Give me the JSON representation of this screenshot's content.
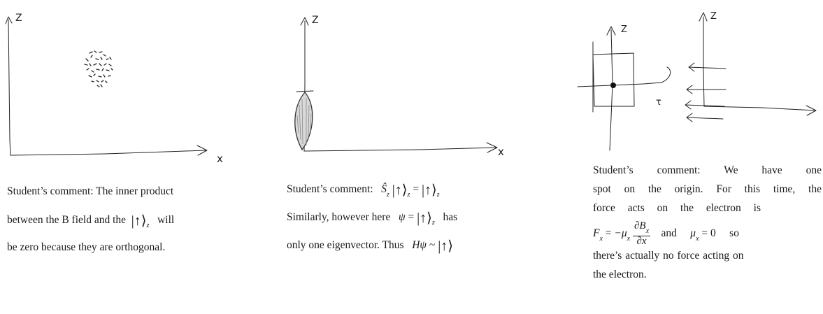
{
  "panel1": {
    "axis_z": "Z",
    "axis_x": "x",
    "caption_lines": [
      "Student’s comment: The inner product",
      "between the B field and the",
      "will",
      "be zero because they are orthogonal."
    ],
    "ket": "|↑⟩",
    "ket_sub": "z"
  },
  "panel2": {
    "axis_z": "Z",
    "axis_x": "x",
    "caption_lines": [
      "Student’s comment:",
      "Similarly, however here",
      "has",
      "only one eigenvector. Thus"
    ],
    "eq1_lhs": "Ŝ",
    "eq1_sub": "z",
    "ket": "|↑⟩",
    "ket_sub": "z",
    "eq_sign": "=",
    "psi": "ψ",
    "h_psi": "Hψ",
    "tilde": "~",
    "ket_plain": "|↑⟩"
  },
  "panel3": {
    "axis_z_left": "Z",
    "axis_z_right": "Z",
    "caption_lines": [
      "Student’s comment: We have one",
      "spot on the origin. For this time, the",
      "force acts on the electron is",
      "there’s actually no force acting on",
      "the electron."
    ],
    "force_lhs": "F",
    "force_sub": "x",
    "minus_mu": "−μ",
    "mu_sub": "x",
    "frac_num": "∂B",
    "frac_num_sub": "x",
    "frac_den": "∂x",
    "and_word": "and",
    "mu2": "μ",
    "mu2_sub": "x",
    "eq_zero": "= 0",
    "so_word": "so",
    "eq_sign": "="
  }
}
